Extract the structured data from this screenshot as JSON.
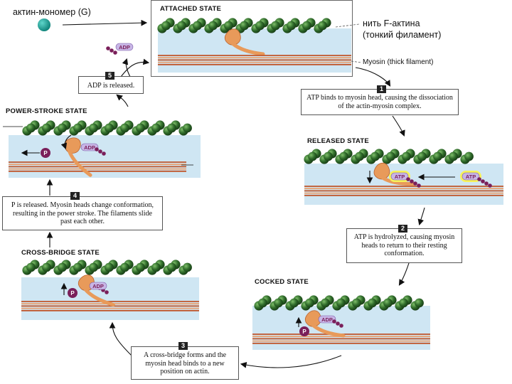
{
  "legend": {
    "monomer_label": "актин-мономер (G)",
    "filament_label_1": "нить F-актина",
    "filament_label_2": "(тонкий филамент)",
    "myosin_label": "Myosin (thick filament)"
  },
  "states": {
    "attached": "ATTACHED STATE",
    "released": "RELEASED STATE",
    "cocked": "COCKED STATE",
    "cross_bridge": "CROSS-BRIDGE STATE",
    "power_stroke": "POWER-STROKE STATE"
  },
  "steps": [
    {
      "num": "1",
      "text": "ATP binds to myosin head, causing the dissociation of the actin-myosin complex."
    },
    {
      "num": "2",
      "text": "ATP is hydrolyzed, causing myosin heads to return to their resting conformation."
    },
    {
      "num": "3",
      "text": "A cross-bridge forms and the myosin head binds to a new position on actin."
    },
    {
      "num": "4",
      "text": "P is released. Myosin heads change conformation, resulting in the power stroke. The filaments slide past each other."
    },
    {
      "num": "5",
      "text": "ADP is released."
    }
  ],
  "molecules": {
    "atp": "ATP",
    "adp": "ADP",
    "p": "P"
  },
  "colors": {
    "actin": "#2f6b2a",
    "monomer": "#12a59a",
    "myosin": "#e89a5a",
    "myosin_line": "#c0552a",
    "background_band": "#cfe6f3",
    "atp_fill": "#c8b6e6",
    "atp_glow": "#f7f25a",
    "phosphate": "#7a1f5a"
  }
}
